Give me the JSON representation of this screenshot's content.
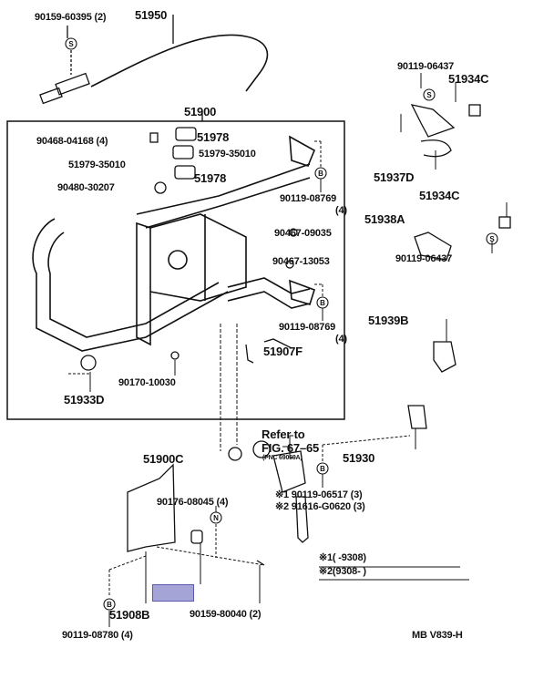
{
  "diagram_code": "MB V839-H",
  "colors": {
    "line": "#111111",
    "highlight": "#a4a4d6",
    "watermark": "#eeeeee"
  },
  "labels": [
    "90159-60395 (2)",
    "51950",
    "90119-06437",
    "51934C",
    "51900",
    "90468-04168 (4)",
    "51978",
    "51979-35010",
    "51979-35010",
    "51978",
    "90480-30207",
    "90119-08769",
    "(4)",
    "51937D",
    "51934C",
    "51938A",
    "90467-09035",
    "90467-13053",
    "90119-06437",
    "90119-08769",
    "(4)",
    "51939B",
    "51907F",
    "90170-10030",
    "51933D",
    "Refer to",
    "FIG. 67–65",
    "(PNC 69059A)",
    "51900C",
    "51930",
    "※1 90119-06517 (3)",
    "※2 91616-G0620 (3)",
    "90176-08045 (4)",
    "※1(       -9308)",
    "※2(9308-       )",
    "51908B",
    "90159-80040 (2)",
    "90119-08780 (4)"
  ],
  "symbols": {
    "s": "S",
    "b": "B",
    "n": "N"
  }
}
